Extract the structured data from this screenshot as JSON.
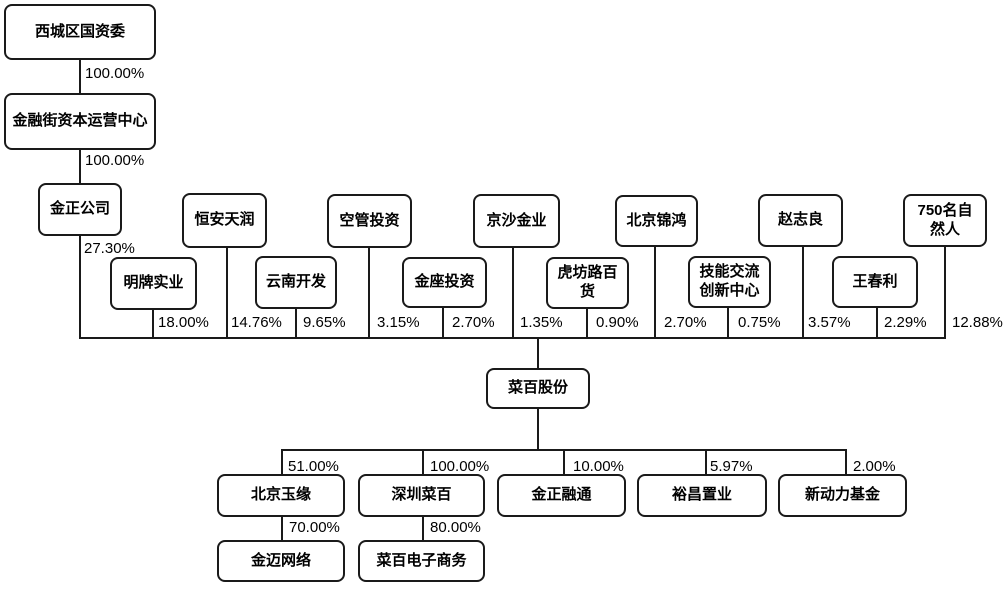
{
  "colors": {
    "background": "#ffffff",
    "line": "#1a1a1a",
    "box_border": "#1a1a1a",
    "text": "#000000"
  },
  "nodes": [
    {
      "id": "xicheng-sasac",
      "label": "西城区国资委"
    },
    {
      "id": "financial-street-capital-center",
      "label": "金融街资本运营中心"
    },
    {
      "id": "jinzheng-company",
      "label": "金正公司"
    },
    {
      "id": "hengan-tianrun",
      "label": "恒安天润"
    },
    {
      "id": "kongguan-investment",
      "label": "空管投资"
    },
    {
      "id": "jingsha-gold",
      "label": "京沙金业"
    },
    {
      "id": "beijing-jinhong",
      "label": "北京锦鸿"
    },
    {
      "id": "zhao-zhiliang",
      "label": "赵志良"
    },
    {
      "id": "750-natural-persons",
      "label": "750名自然人"
    },
    {
      "id": "mingpai-industry",
      "label": "明牌实业"
    },
    {
      "id": "yunnan-development",
      "label": "云南开发"
    },
    {
      "id": "jinzuo-investment",
      "label": "金座投资"
    },
    {
      "id": "hufanglu-department-store",
      "label": "虎坊路百货"
    },
    {
      "id": "skill-exchange-innovation-center",
      "label": "技能交流创新中心"
    },
    {
      "id": "wang-chunli",
      "label": "王春利"
    },
    {
      "id": "caibai-shares",
      "label": "菜百股份"
    },
    {
      "id": "beijing-yuyuan",
      "label": "北京玉缘"
    },
    {
      "id": "shenzhen-caibai",
      "label": "深圳菜百"
    },
    {
      "id": "jinzheng-rongtong",
      "label": "金正融通"
    },
    {
      "id": "yuchang-real-estate",
      "label": "裕昌置业"
    },
    {
      "id": "xindongli-fund",
      "label": "新动力基金"
    },
    {
      "id": "jinmai-network",
      "label": "金迈网络"
    },
    {
      "id": "caibai-ecommerce",
      "label": "菜百电子商务"
    }
  ],
  "edges": [
    {
      "from": "xicheng-sasac",
      "to": "financial-street-capital-center",
      "pct": "100.00%"
    },
    {
      "from": "financial-street-capital-center",
      "to": "jinzheng-company",
      "pct": "100.00%"
    },
    {
      "from": "jinzheng-company",
      "to": "caibai-shares",
      "pct": "27.30%"
    },
    {
      "from": "mingpai-industry",
      "to": "caibai-shares",
      "pct": "18.00%"
    },
    {
      "from": "hengan-tianrun",
      "to": "caibai-shares",
      "pct": "14.76%"
    },
    {
      "from": "yunnan-development",
      "to": "caibai-shares",
      "pct": "9.65%"
    },
    {
      "from": "kongguan-investment",
      "to": "caibai-shares",
      "pct": "3.15%"
    },
    {
      "from": "jinzuo-investment",
      "to": "caibai-shares",
      "pct": "2.70%"
    },
    {
      "from": "jingsha-gold",
      "to": "caibai-shares",
      "pct": "1.35%"
    },
    {
      "from": "hufanglu-department-store",
      "to": "caibai-shares",
      "pct": "0.90%"
    },
    {
      "from": "beijing-jinhong",
      "to": "caibai-shares",
      "pct": "2.70%"
    },
    {
      "from": "skill-exchange-innovation-center",
      "to": "caibai-shares",
      "pct": "0.75%"
    },
    {
      "from": "zhao-zhiliang",
      "to": "caibai-shares",
      "pct": "3.57%"
    },
    {
      "from": "wang-chunli",
      "to": "caibai-shares",
      "pct": "2.29%"
    },
    {
      "from": "750-natural-persons",
      "to": "caibai-shares",
      "pct": "12.88%"
    },
    {
      "from": "caibai-shares",
      "to": "beijing-yuyuan",
      "pct": "51.00%"
    },
    {
      "from": "caibai-shares",
      "to": "shenzhen-caibai",
      "pct": "100.00%"
    },
    {
      "from": "caibai-shares",
      "to": "jinzheng-rongtong",
      "pct": "10.00%"
    },
    {
      "from": "caibai-shares",
      "to": "yuchang-real-estate",
      "pct": "5.97%"
    },
    {
      "from": "caibai-shares",
      "to": "xindongli-fund",
      "pct": "2.00%"
    },
    {
      "from": "beijing-yuyuan",
      "to": "jinmai-network",
      "pct": "70.00%"
    },
    {
      "from": "shenzhen-caibai",
      "to": "caibai-ecommerce",
      "pct": "80.00%"
    }
  ]
}
